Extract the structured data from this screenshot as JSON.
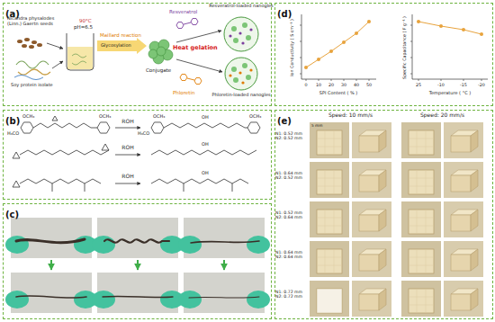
{
  "diagram": {
    "nodes": [
      {
        "text": [
          "(a)"
        ]
      },
      {
        "text": [
          "(b)"
        ]
      },
      {
        "text": [
          "(c)"
        ]
      },
      {
        "text": [
          "(d)"
        ]
      },
      {
        "text": [
          "(e)"
        ]
      }
    ],
    "labels": [
      "Nicandra physalodes (Linn.) Gaertn seeds",
      "Soy protein isolate",
      "90°C",
      "pH=6.5",
      "Maillard reaction",
      "Glycosylation",
      "Conjugate",
      "Resveratrol",
      "Heat gelation",
      "Phloretin",
      "Resveratrol-loaded nanogles",
      "Phloretin-loaded nanogles",
      "ROH",
      "ROH",
      "ROH",
      "OCH₃",
      "H₃CO",
      "OCH₃",
      "OCH₃",
      "H₃CO",
      "OCH₃",
      "OH",
      "OH",
      "OH",
      "Ion Conductivity ( S cm⁻¹ )",
      "SPI Content ( % )",
      "0",
      "10",
      "20",
      "30",
      "40",
      "50",
      "Specific Capacitance ( F g⁻¹ )",
      "Temperature ( °C )",
      "25",
      "-10",
      "-15",
      "-20",
      "Speed: 10 mm/s",
      "Speed: 20 mm/s",
      "N1: 0.52 mm N2: 0.52 mm",
      "N1: 0.64 mm N2: 0.52 mm",
      "N1: 0.52 mm N2: 0.64 mm",
      "N1: 0.64 mm N2: 0.64 mm",
      "N1: 0.72 mm N2: 0.72 mm",
      "5 mm"
    ]
  }
}
